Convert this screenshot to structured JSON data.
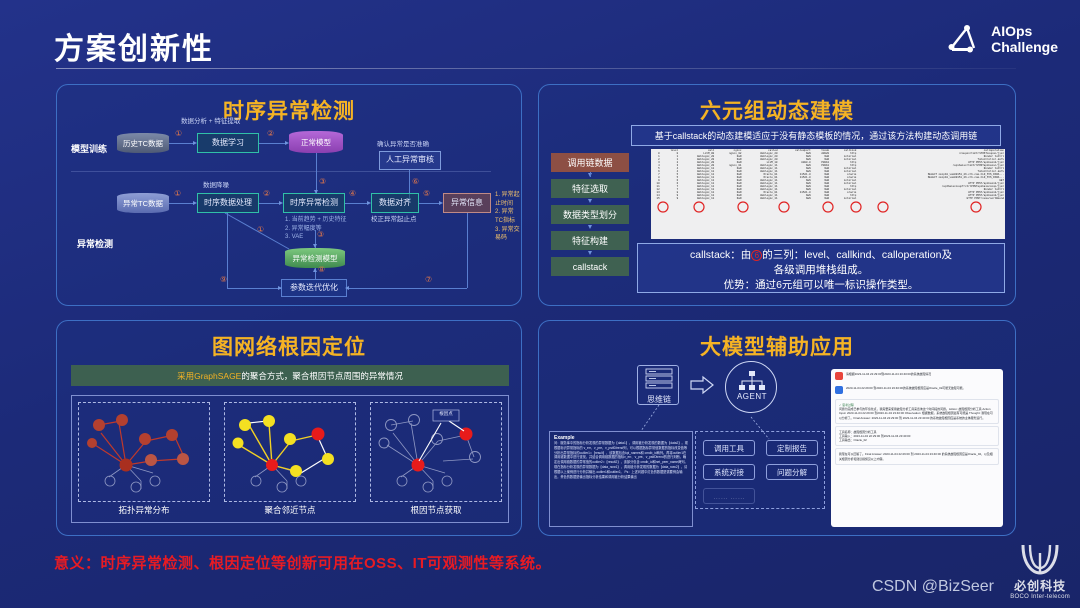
{
  "header": {
    "title": "方案创新性",
    "logo_line1": "AIOps",
    "logo_line2": "Challenge",
    "logo_icon": "aiops-triangle-node-icon"
  },
  "panel_timeseries": {
    "title": "时序异常检测",
    "row_label_train": "模型训练",
    "row_label_detect": "异常检测",
    "nodes": {
      "hist_tc": "历史TC数据",
      "data_learn": "数据学习",
      "normal_model": "正常模型",
      "abnormal_tc": "异常TC数据",
      "ts_preprocess": "时序数据处理",
      "ts_detect": "时序异常检测",
      "data_align": "数据对齐",
      "abnormal_info": "异常信息",
      "manual_review": "人工异常审核",
      "detect_model": "异常检测模型",
      "param_opt": "参数迭代优化"
    },
    "edge_labels": {
      "analysis_extract": "数据分析 + 特征提取",
      "denoise": "数据降噪",
      "confirm": "确认异常是否准确",
      "correct": "校正异常起止点"
    },
    "detect_list": [
      "1. 当前趋势 + 历史特征",
      "2. 异常幅度等",
      "3. VAE"
    ],
    "info_list": [
      "1. 异常起止时间",
      "2. 异常TC指标",
      "3. 异常交易码"
    ],
    "step_numbers": [
      "①",
      "②",
      "③",
      "④",
      "⑤",
      "⑥",
      "⑦",
      "⑧",
      "⑨"
    ]
  },
  "panel_sixtuple": {
    "title": "六元组动态建模",
    "banner": "基于callstack的动态建模适应于没有静态模板的情况，通过该方法构建动态调用链",
    "flow": [
      "调用链数据",
      "特征选取",
      "数据类型划分",
      "特征构建",
      "callstack"
    ],
    "flow_colors": [
      "#8d4f44",
      "#3f6151",
      "#3f6151",
      "#3f6151",
      "#3f6151"
    ],
    "explain_line1_pre": "callstack：由",
    "explain_line1_num": "6",
    "explain_line1_post": "的三列：level、callkind、calloperation及",
    "explain_line2": "各级调用堆栈组成。",
    "explain_line3": "优势：通过6元组可以唯一标识操作类型。",
    "table": {
      "columns": [
        "",
        "level",
        "call",
        "nginx",
        "called",
        "calledport",
        "tcode",
        "callkind",
        "calloperation"
      ],
      "rows": [
        [
          "0",
          "0",
          "LLVM_00",
          "nginx_02",
          "Weblogic_20",
          "NaN",
          "A0020",
          "http",
          "/coupon/toCtrlPOSTcoupon/jye="
        ],
        [
          "1",
          "1",
          "Weblogic_20",
          "NaN",
          "Weblogic_20",
          "NaN",
          "NaN",
          "internal",
          "Render toCtrl"
        ],
        [
          "2",
          "1",
          "Weblogic_20",
          "NaN",
          "Weblogic_20",
          "NaN",
          "NaN",
          "internal",
          "ToController.do?s"
        ],
        [
          "3",
          "2",
          "Weblogic_20",
          "NaN",
          "LLVM_10",
          "8080.0",
          "P0010",
          "http",
          "HTTP POST/apibain2/jye="
        ],
        [
          "4",
          "3",
          "Weblogic_20",
          "nginx_01",
          "Weblogic_11",
          "NaN",
          "P0010",
          "http",
          "/apibaisc/toCtrlPOSTapibaisc/jye="
        ],
        [
          "5",
          "4",
          "Weblogic_11",
          "NaN",
          "Weblogic_11",
          "NaN",
          "NaN",
          "internal",
          "Render toCtrl"
        ],
        [
          "6",
          "4",
          "Weblogic_11",
          "NaN",
          "Weblogic_11",
          "NaN",
          "NaN",
          "internal",
          "ToController.do?s"
        ],
        [
          "7",
          "5",
          "Weblogic_11",
          "NaN",
          "Oracle_01",
          "11521.0",
          "NaN",
          "oracle",
          "SELECT nmcp10_vem00151_26.crb.com.CLD_SYS_PARA..."
        ],
        [
          "8",
          "5",
          "Weblogic_11",
          "NaN",
          "Oracle_01",
          "11521.0",
          "NaN",
          "oracle",
          "SELECT nmcp10_vem00151_26.crb.com.CLD_SYS_PARA..."
        ],
        [
          "9",
          "6",
          "Weblogic_11",
          "NaN",
          "Weblogic_11",
          "NaN",
          "NaN",
          "internal",
          "GET"
        ],
        [
          "10",
          "6",
          "Weblogic_11",
          "NaN",
          "Weblogic_11",
          "NaN",
          "NaN",
          "internal",
          "HTTP POST/apibain2/jye="
        ],
        [
          "11",
          "7",
          "Weblogic_11",
          "NaN",
          "Weblogic_11",
          "NaN",
          "NaN",
          "http",
          "/apIbaisccoupTrctrlPOSTapibaisccoup/jye="
        ],
        [
          "12",
          "7",
          "Weblogic_11",
          "NaN",
          "Weblogic_11",
          "NaN",
          "NaN",
          "internal",
          "Render toCtrl"
        ],
        [
          "13",
          "8",
          "Weblogic_11",
          "NaN",
          "Oracle_01",
          "11521.0",
          "NaN",
          "oracle",
          "HTTP POST/apibain2/jye="
        ],
        [
          "14",
          "9",
          "Weblogic_11",
          "NaN",
          "Weblogic_11",
          "NaN",
          "NaN",
          "http",
          "HTTP POST/apibain2/jye="
        ],
        [
          "15",
          "9",
          "Weblogic_11",
          "NaN",
          "Weblogic_11",
          "NaN",
          "NaN",
          "internal",
          "HTTP POST/numu/sortBound"
        ]
      ],
      "marked_row": 6,
      "marked_cols": "1-6"
    }
  },
  "panel_graph": {
    "title": "图网络根因定位",
    "banner_hl1": "采用GraphSAGE",
    "banner_mid": "的聚合方式，聚合根因节点周围的异常情况",
    "captions": [
      "拓扑异常分布",
      "聚合邻近节点",
      "根因节点获取"
    ],
    "root_tag": "根因点"
  },
  "panel_llm": {
    "title": "大模型辅助应用",
    "cot_label": "思维链",
    "agent_label": "AGENT",
    "agent_buttons": [
      "调用工具",
      "定制报告",
      "系统对接",
      "问题分解"
    ],
    "agent_button_faded": "…… ……",
    "example_title": "Example",
    "example_text": "问：服务库中的指标分析发现的异常数据为【data1】，调用链分析发现的数据为【data2】。现根据标识异常指标的 v_err、v_pre、v_pstfDtrend列，可以根据指标异常值数据的指标改变值等分析出异常指标的outlier1=【result】，该数据包含kpi_names和 cmdb_id两列。再将outlier1在调用链数据中进行查找，并结合调用链数据的指标v_err、v_pre、v_pstfDtrend的进行判断，确定出调用链数据的异常值的outlier2=【result2】，该部分包含 cmdb_id和net_peer_name两列。现在指标分析发现的异常数据为【data_now1】，调用链分析发现的数据为【data_now2】，请根据以上案例进行分析并输出 outlier1和outlier2。\nPs：上述问题中红色的数据是需要例会输出，黄色的数据是输出指标分析结果和调用链分析结果输出"
  },
  "footer": {
    "note": "意义：时序异常检测、根因定位等创新可用在OSS、IT可观测性等系统。",
    "watermark_csdn": "CSDN @BizSeer",
    "watermark_cn": "必创科技",
    "watermark_en": "BOCO Inter-telecom"
  }
}
